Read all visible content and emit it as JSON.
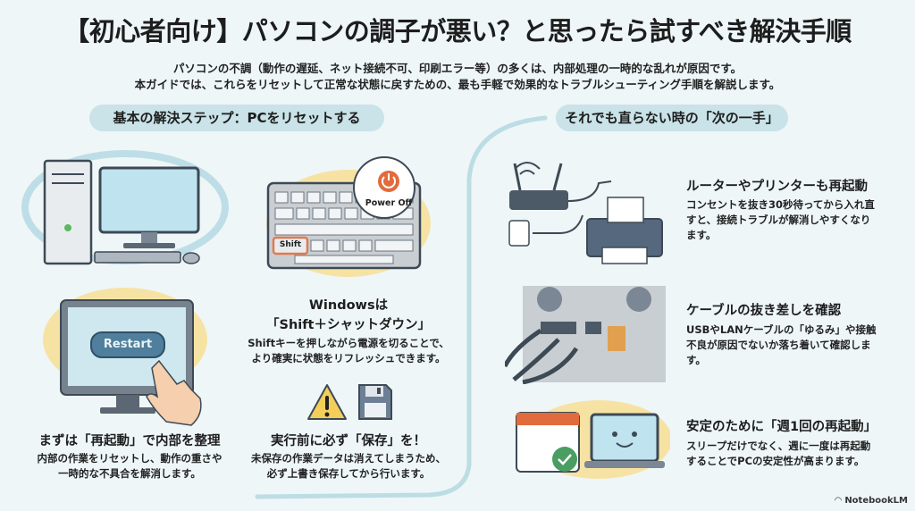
{
  "title": "【初心者向け】パソコンの調子が悪い？と思ったら試すべき解決手順",
  "subtitle": [
    "パソコンの不調（動作の遅延、ネット接続不可、印刷エラー等）の多くは、内部処理の一時的な乱れが原因です。",
    "本ガイドでは、これらをリセットして正常な状態に戻すための、最も手軽で効果的なトラブルシューティング手順を解説します。"
  ],
  "left_section": {
    "header": "基本の解決ステップ：PCをリセットする",
    "keyboard": {
      "shift_key": "Shift",
      "power_label": "Power Off"
    },
    "restart_button": "Restart",
    "restart": {
      "heading": "まずは「再起動」で内部を整理",
      "desc": [
        "内部の作業をリセットし、動作の重さや",
        "一時的な不具合を解消します。"
      ]
    },
    "shift_shutdown": {
      "heading": [
        "Windowsは",
        "「Shift＋シャットダウン」"
      ],
      "desc": [
        "Shiftキーを押しながら電源を切ることで、",
        "より確実に状態をリフレッシュできます。"
      ]
    },
    "save": {
      "heading": "実行前に必ず「保存」を！",
      "desc": [
        "未保存の作業データは消えてしまうため、",
        "必ず上書き保存してから行います。"
      ]
    }
  },
  "right_section": {
    "header": "それでも直らない時の「次の一手」",
    "items": [
      {
        "heading": "ルーターやプリンターも再起動",
        "desc": [
          "コンセントを抜き30秒待ってから入れ直",
          "すと、接続トラブルが解消しやすくなり",
          "ます。"
        ]
      },
      {
        "heading": "ケーブルの抜き差しを確認",
        "desc": [
          "USBやLANケーブルの「ゆるみ」や接触",
          "不良が原因でないか落ち着いて確認しま",
          "す。"
        ]
      },
      {
        "heading": "安定のために「週1回の再起動」",
        "desc": [
          "スリープだけでなく、週に一度は再起動",
          "することでPCの安定性が高まります。"
        ]
      }
    ]
  },
  "footer": {
    "brand": "NotebookLM"
  },
  "colors": {
    "background": "#eef6f8",
    "pill": "#c9e3e8",
    "accent_yellow": "#f6e3a4",
    "divider": "#bcdde4",
    "button_blue": "#4f7f9c"
  }
}
